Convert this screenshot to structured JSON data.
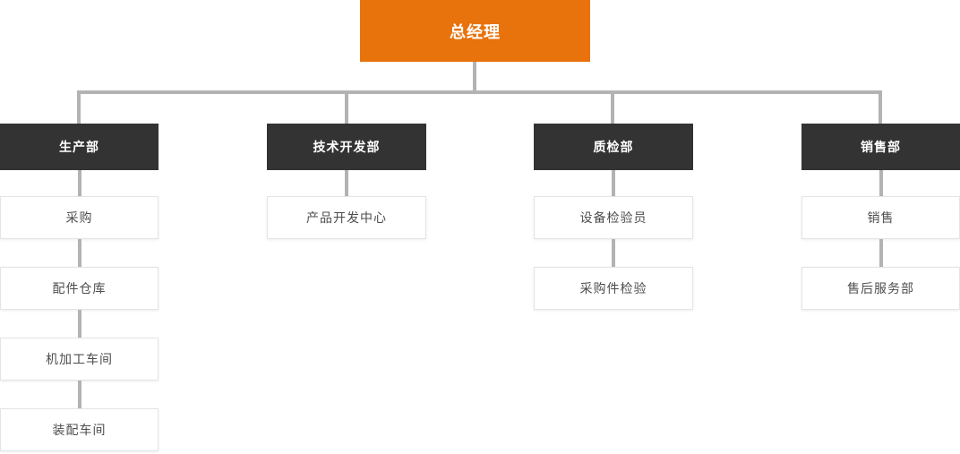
{
  "org": {
    "root": {
      "label": "总经理"
    },
    "departments": [
      {
        "label": "生产部",
        "children": [
          "采购",
          "配件仓库",
          "机加工车间",
          "装配车间"
        ]
      },
      {
        "label": "技术开发部",
        "children": [
          "产品开发中心"
        ]
      },
      {
        "label": "质检部",
        "children": [
          "设备检验员",
          "采购件检验"
        ]
      },
      {
        "label": "销售部",
        "children": [
          "销售",
          "售后服务部"
        ]
      }
    ],
    "colors": {
      "root_bg": "#E8720B",
      "dept_bg": "#333333",
      "line": "#B3B3B3",
      "child_border": "#E4E4E4",
      "child_text": "#4D4D4D"
    }
  }
}
